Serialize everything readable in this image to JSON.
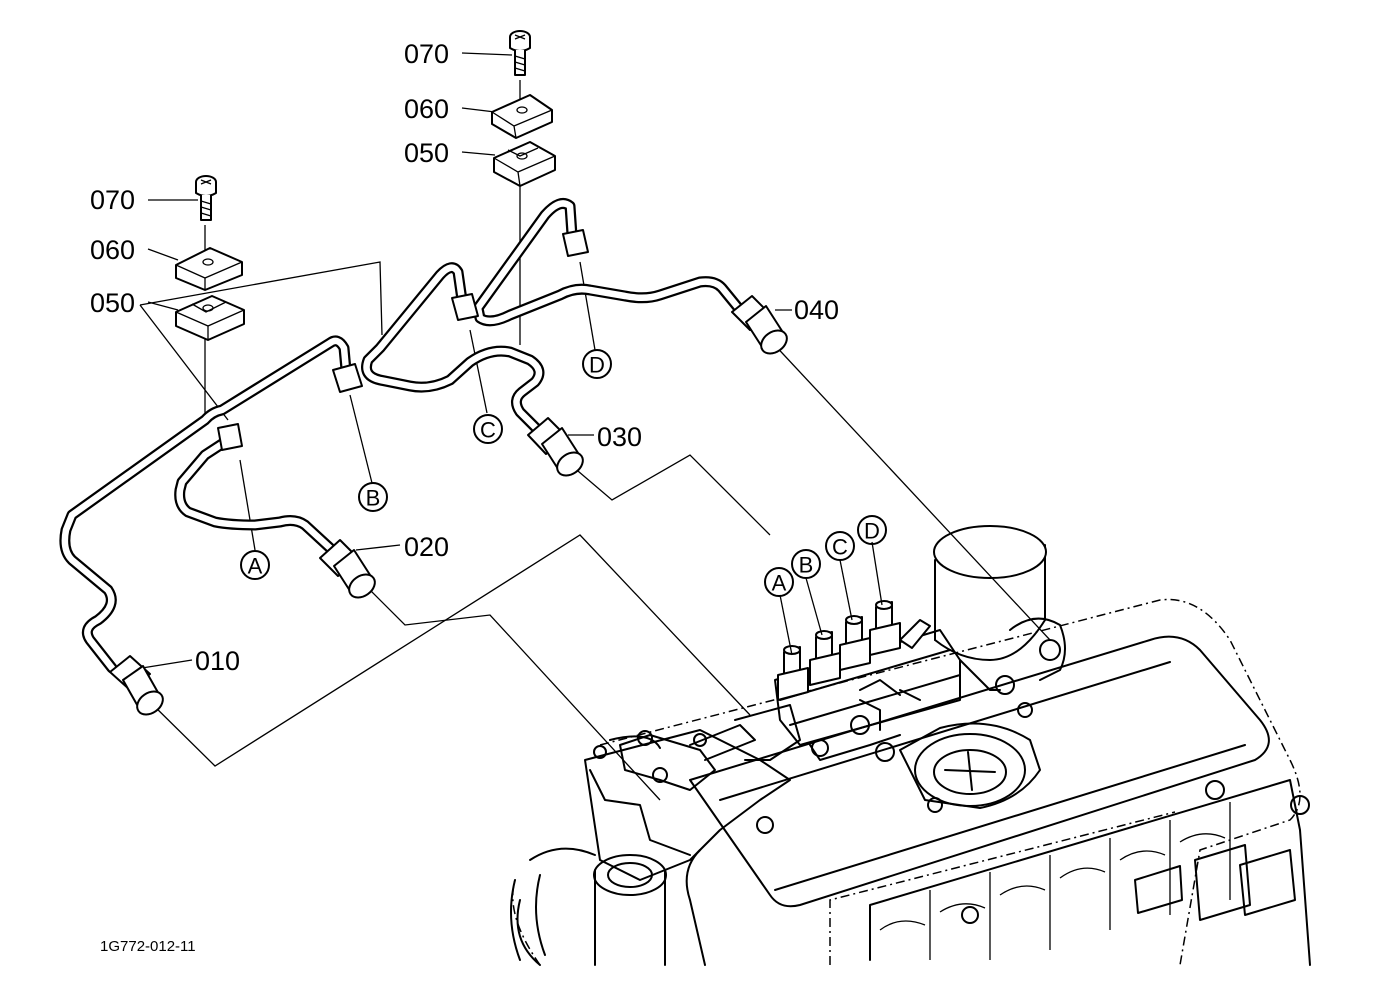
{
  "diagram": {
    "part_labels": {
      "p070_right": "070",
      "p060_right": "060",
      "p050_right": "050",
      "p070_left": "070",
      "p060_left": "060",
      "p050_left": "050",
      "p040": "040",
      "p030": "030",
      "p020": "020",
      "p010": "010"
    },
    "connection_labels": {
      "pipe_a": "A",
      "pipe_b": "B",
      "pipe_c": "C",
      "pipe_d": "D",
      "nozzle_a": "A",
      "nozzle_b": "B",
      "nozzle_c": "C",
      "nozzle_d": "D"
    },
    "reference_code": "1G772-012-11"
  }
}
